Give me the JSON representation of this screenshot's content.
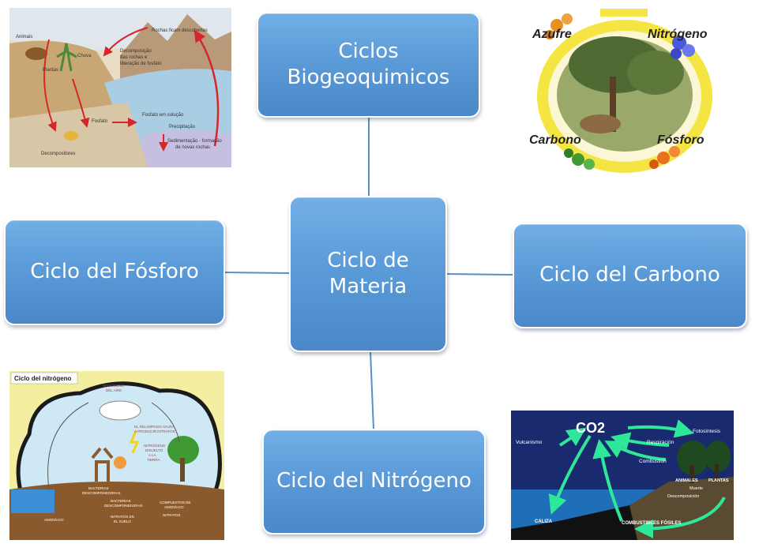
{
  "center": {
    "label_lines": [
      "Ciclo de",
      "Materia"
    ]
  },
  "nodes": {
    "top": {
      "label_lines": [
        "Ciclos",
        "Biogeoquimicos"
      ]
    },
    "left": {
      "label": "Ciclo del Fósforo"
    },
    "right": {
      "label": "Ciclo del Carbono"
    },
    "bottom": {
      "label": "Ciclo del Nitrógeno"
    }
  },
  "images": {
    "phosphorus": {
      "icon": "phosphorus-cycle-illustration",
      "labels": {
        "animales": "Animais",
        "chuva": "Chuva",
        "plantas": "Plantas",
        "rochas": "Rochas ficam descobertas",
        "decomp1": "Decomposição",
        "decomp2": "das rochas e",
        "decomp3": "liberação de fosfato",
        "fosfato": "Fosfato",
        "solucao": "Fosfato em solução",
        "precip": "Precipitação",
        "sed1": "Sedimentação - formação",
        "sed2": "de novas rochas",
        "decompositores": "Decompositores"
      }
    },
    "biogeo": {
      "icon": "biogeochemical-cycles-illustration",
      "labels": {
        "azufre": "Azufre",
        "nitrogeno": "Nitrógeno",
        "carbono": "Carbono",
        "fosforo": "Fósforo"
      }
    },
    "nitrogen": {
      "icon": "nitrogen-cycle-illustration",
      "labels": {
        "title": "Ciclo del nitrógeno",
        "air1": "NITRÓGENO",
        "air2": "DEL AIRE",
        "rel1": "EL RELÁMPAGO AYUDA",
        "rel2": "A PRODUCIR NITRATOS",
        "dis1": "NITRÓGENO",
        "dis2": "DISUELTO",
        "dis3": "A LA",
        "dis4": "TIERRA",
        "bact1": "BACTERIAS",
        "bact2": "DESCOMPONEDORAS",
        "bact3": "BACTERIAS",
        "bact4": "DESCOMPONEDORAS",
        "comp1": "COMPUESTOS DE",
        "comp2": "AMONÍACO",
        "nit1": "NITRATOS EN",
        "nit2": "EL SUELO",
        "nitratos": "NITRATOS",
        "amoniaco": "AMONÍACO"
      }
    },
    "carbon": {
      "icon": "carbon-cycle-illustration",
      "labels": {
        "co2": "CO2",
        "vulcanismo": "Vulcanismo",
        "fotosintesis": "Fotosíntesis",
        "respiracion": "Respiración",
        "combustion": "Combustión",
        "animales": "ANIMALES",
        "plantas": "PLANTAS",
        "muerte": "Muerte",
        "descomposicion": "Descomposición",
        "caliza": "CALIZA",
        "fosiles": "COMBUSTIBLES FÓSILES"
      }
    }
  }
}
